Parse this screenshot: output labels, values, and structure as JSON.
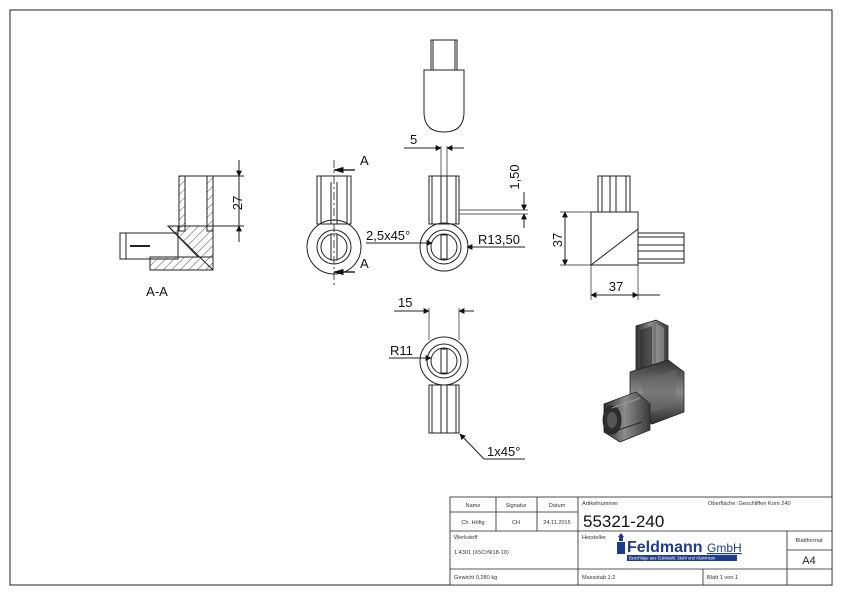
{
  "drawing": {
    "section_label": "A-A",
    "section_marker": "A",
    "dimensions": {
      "height_27": "27",
      "width_5": "5",
      "height_150": "1,50",
      "chamfer_25": "2,5x45°",
      "radius_1350": "R13,50",
      "height_37": "37",
      "width_37": "37",
      "width_15": "15",
      "radius_11": "R11",
      "chamfer_1": "1x45°"
    }
  },
  "title_block": {
    "name_label": "Name",
    "signatur_label": "Signatur",
    "datum_label": "Datum",
    "name_value": "Ch. Höfig",
    "signatur_value": "CH",
    "datum_value": "24.11.2015",
    "artikelnummer_label": "Artikelnummer",
    "artikelnummer_value": "55321-240",
    "oberflaeche": "Oberfläche: Geschliffen Korn 240",
    "werkstoff_label": "Werkstoff",
    "werkstoff_value": "1.4301 (X5CrNi18-10)",
    "hersteller_label": "Hersteller",
    "brand_name": "Feldmann",
    "brand_suffix": "GmbH",
    "brand_tagline": "Beschläge aus Edelstahl, Stahl und Aluminium",
    "blattformat_label": "Blattformat",
    "blattformat_value": "A4",
    "gewicht": "Gewicht 0,280 kg",
    "massstab": "Massstab 1:2",
    "blatt": "Blatt 1 von 1"
  },
  "colors": {
    "line": "#222222",
    "hatch": "#444444",
    "brand": "#1f3b8c",
    "render_dark": "#3a3a3a",
    "render_light": "#8a8a8a"
  }
}
